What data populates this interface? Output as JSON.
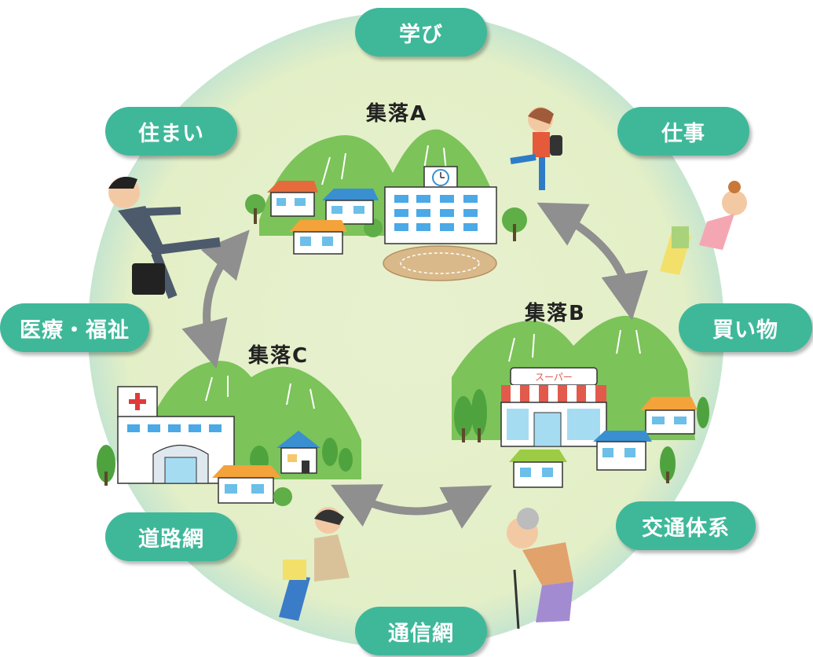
{
  "topics": {
    "manabi": "学び",
    "sumai": "住まい",
    "shigoto": "仕事",
    "kaimono": "買い物",
    "iryou_fukushi": "医療・福祉",
    "kotsu_taikei": "交通体系",
    "doromo": "道路網",
    "tsushinmo": "通信網"
  },
  "villages": {
    "a": "集落A",
    "b": "集落B",
    "c": "集落C"
  },
  "signs": {
    "supermarket": "スーパー"
  },
  "colors": {
    "pill": "#3fb89a",
    "circle_fill": "#e3efc7",
    "circle_ring": "#c9e6d3",
    "arrow": "#8f8f8f",
    "mountain": "#7cc35a"
  }
}
